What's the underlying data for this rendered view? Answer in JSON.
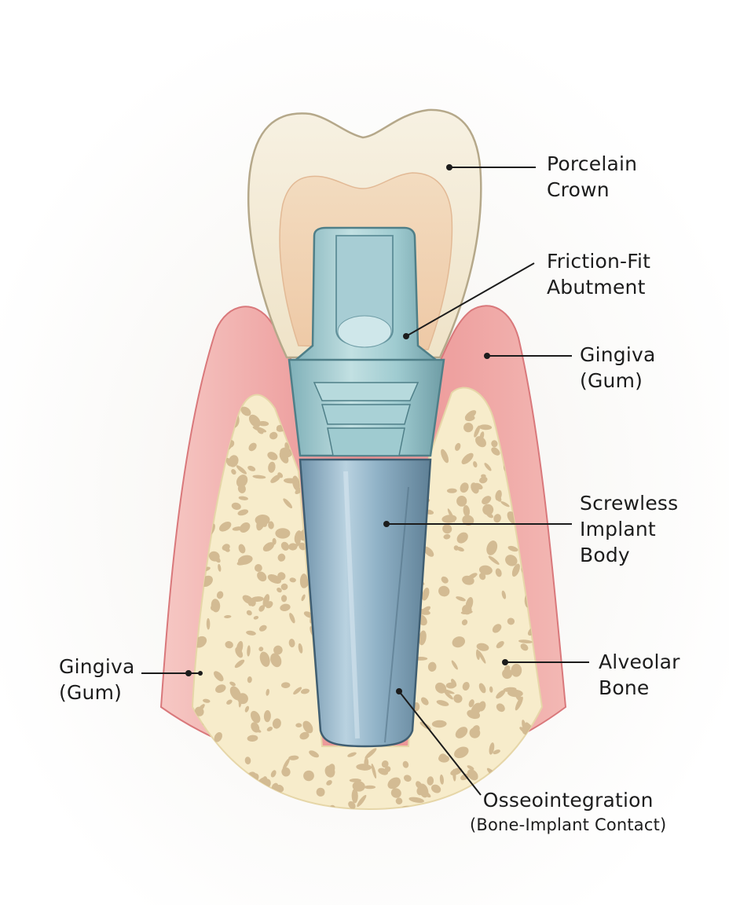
{
  "labels": {
    "porcelain_crown": [
      "Porcelain",
      "Crown"
    ],
    "abutment": [
      "Friction-Fit",
      "Abutment"
    ],
    "gingiva_right": [
      "Gingiva",
      "(Gum)"
    ],
    "implant_body": [
      "Screwless",
      "Implant",
      "Body"
    ],
    "gingiva_left": [
      "Gingiva",
      "(Gum)"
    ],
    "alveolar_bone": [
      "Alveolar",
      "Bone"
    ],
    "osseointegration": [
      "Osseointegration",
      "(Bone-Implant Contact)"
    ]
  },
  "colors": {
    "gum": "#e98a8c",
    "gum_light": "#f6c3c0",
    "bone": "#f7eccb",
    "bone_pores": "#cdb38a",
    "enamel": "#f4ecd8",
    "dentin": "#f1cfae",
    "implant": "#8fb1c6",
    "implant_dark": "#5f8096",
    "abutment": "#9fcbd0",
    "leader": "#1c1c1c"
  }
}
